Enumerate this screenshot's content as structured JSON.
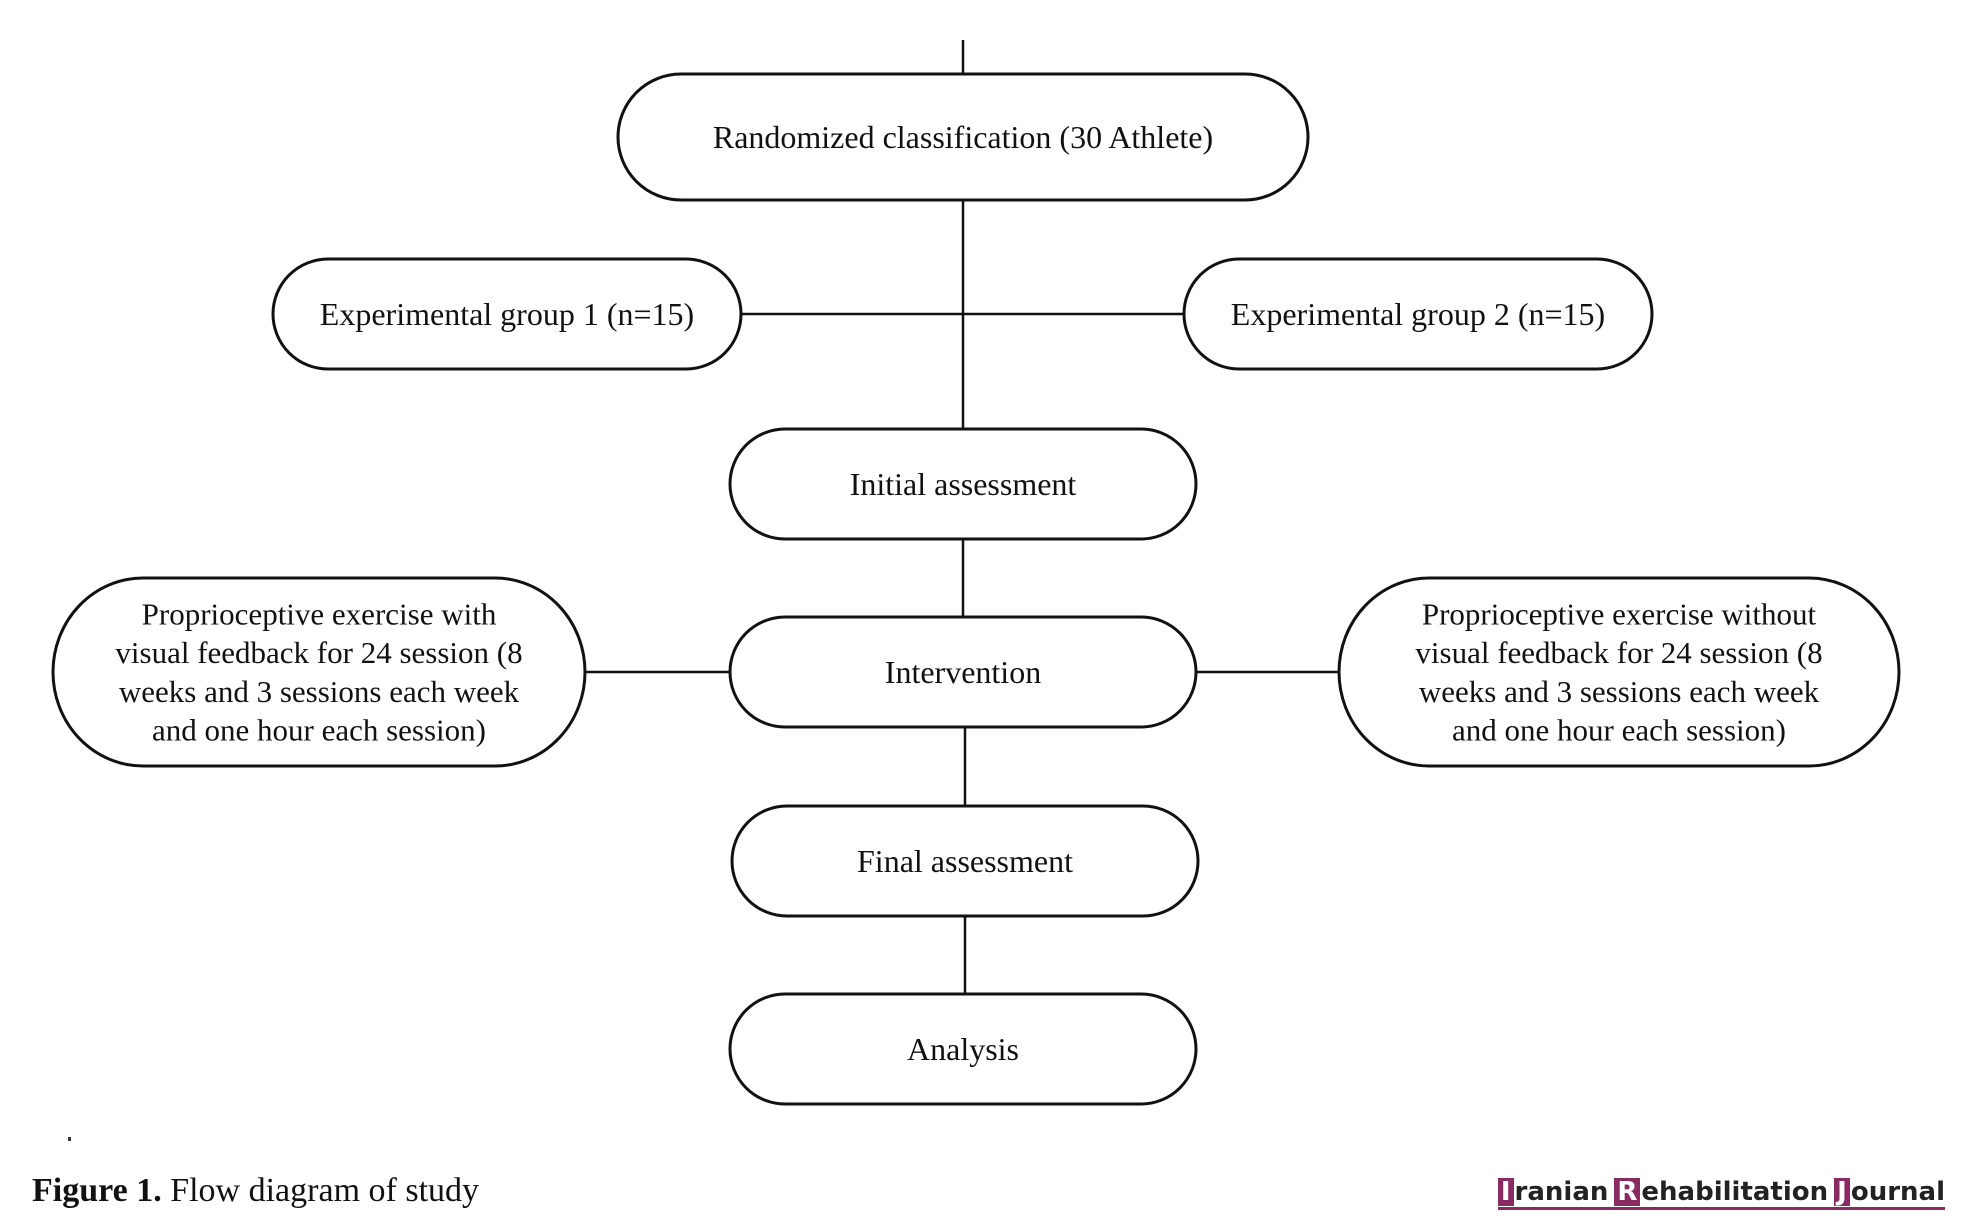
{
  "diagram": {
    "nodes": {
      "randomized": {
        "lines": [
          "Randomized classification (30 Athlete)"
        ]
      },
      "group1": {
        "lines": [
          "Experimental group 1 (n=15)"
        ]
      },
      "group2": {
        "lines": [
          "Experimental group 2 (n=15)"
        ]
      },
      "initial": {
        "lines": [
          "Initial assessment"
        ]
      },
      "intervention": {
        "lines": [
          "Intervention"
        ]
      },
      "left_exercise": {
        "lines": [
          "Proprioceptive exercise with",
          "visual feedback for 24 session (8",
          "weeks and 3 sessions each week",
          "and one hour each session)"
        ]
      },
      "right_exercise": {
        "lines": [
          "Proprioceptive exercise without",
          "visual feedback for 24 session (8",
          "weeks and 3 sessions each week",
          "and one hour each session)"
        ]
      },
      "final": {
        "lines": [
          "Final assessment"
        ]
      },
      "analysis": {
        "lines": [
          "Analysis"
        ]
      }
    },
    "edges": [
      [
        "top",
        "randomized"
      ],
      [
        "randomized",
        "initial"
      ],
      [
        "group1",
        "group2"
      ],
      [
        "initial",
        "intervention"
      ],
      [
        "left_exercise",
        "intervention"
      ],
      [
        "intervention",
        "right_exercise"
      ],
      [
        "intervention",
        "final"
      ],
      [
        "final",
        "analysis"
      ]
    ]
  },
  "caption": {
    "label": "Figure 1.",
    "text": "Flow diagram of study"
  },
  "journal": {
    "words": [
      {
        "initial": "I",
        "rest": "ranian"
      },
      {
        "initial": "R",
        "rest": "ehabilitation"
      },
      {
        "initial": "J",
        "rest": "ournal"
      }
    ],
    "accent_color": "#8a2a63"
  }
}
